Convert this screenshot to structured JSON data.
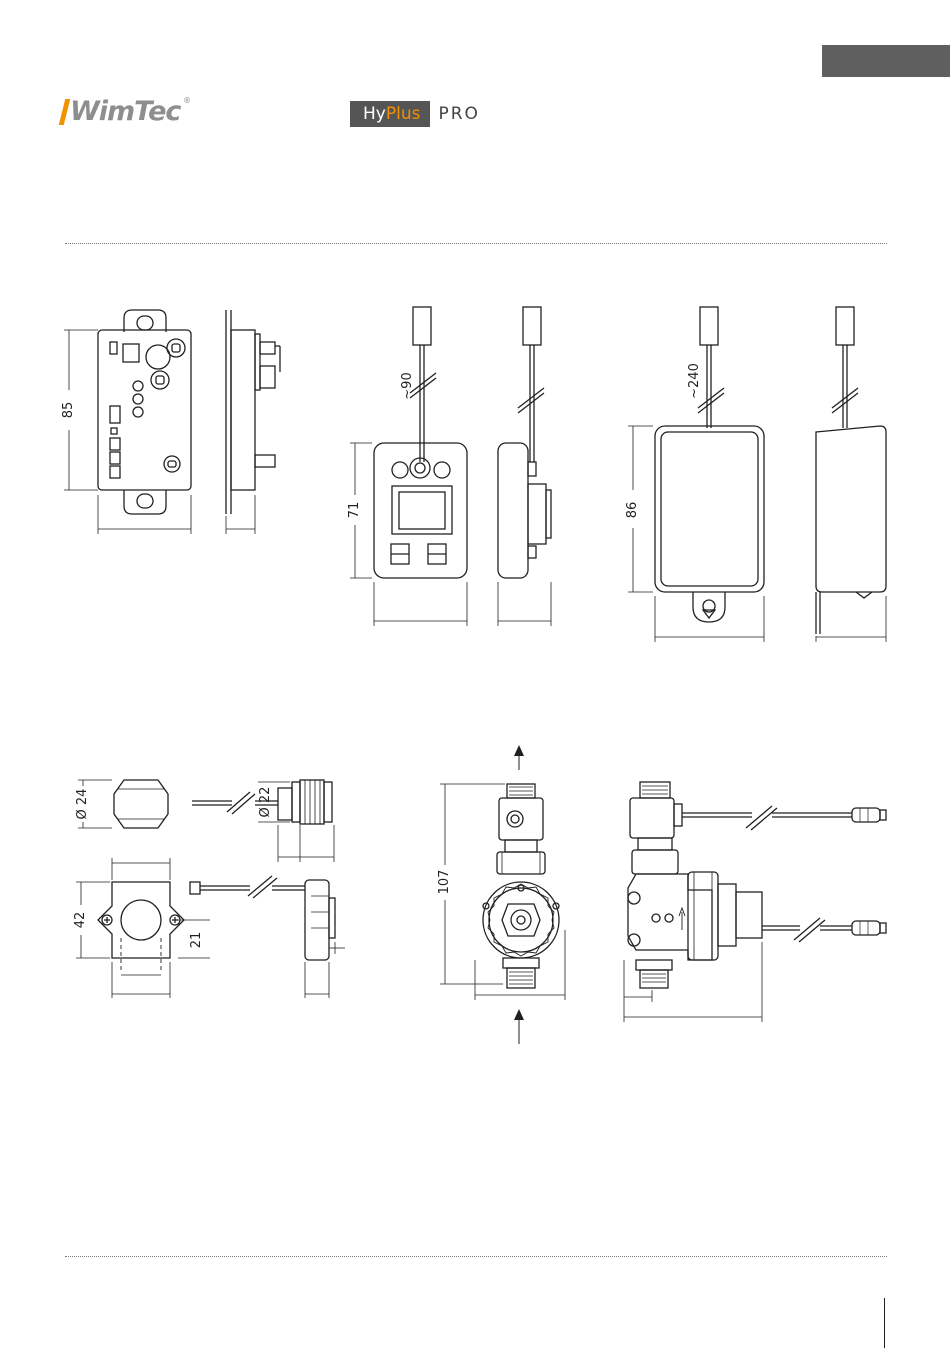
{
  "header": {
    "brand": "WimTec",
    "brand_mark": "®",
    "product_name_part1": "Hy",
    "product_name_part2": "Plus",
    "product_suffix": "PRO"
  },
  "dimensions": {
    "controller_height": "85",
    "transformer_cable": "~90",
    "transformer_height": "71",
    "supply_cable": "~240",
    "supply_height": "86",
    "sensor_diameter": "Ø 24",
    "sensor_thread_diameter": "Ø 22",
    "bracket_height": "42",
    "bracket_offset": "21",
    "valve_height": "107"
  },
  "colors": {
    "accent": "#f39200",
    "dark_gray": "#555555",
    "logo_gray": "#8e8e8e",
    "line": "#231f20"
  }
}
